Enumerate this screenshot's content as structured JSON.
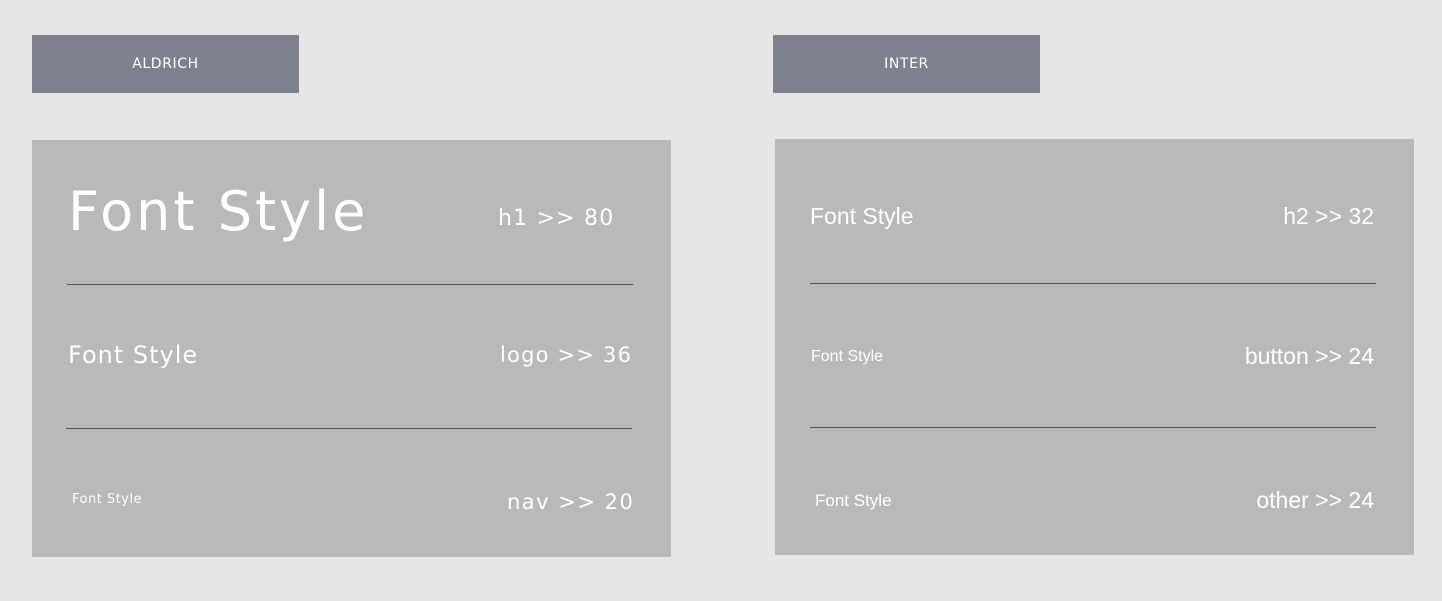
{
  "left_panel": {
    "label": "ALDRICH",
    "rows": [
      {
        "sample": "Font Style",
        "spec": "h1 >> 80"
      },
      {
        "sample": "Font Style",
        "spec": "logo >> 36"
      },
      {
        "sample": "Font Style",
        "spec": "nav >> 20"
      }
    ]
  },
  "right_panel": {
    "label": "INTER",
    "rows": [
      {
        "sample": "Font Style",
        "spec": "h2 >> 32"
      },
      {
        "sample": "Font Style",
        "spec": "button >> 24"
      },
      {
        "sample": "Font Style",
        "spec": "other >> 24"
      }
    ]
  },
  "colors": {
    "page_background": "#e6e6e6",
    "label_background": "#7f808d",
    "card_background": "#b9b9b9",
    "text": "#ffffff",
    "divider": "#555555"
  }
}
